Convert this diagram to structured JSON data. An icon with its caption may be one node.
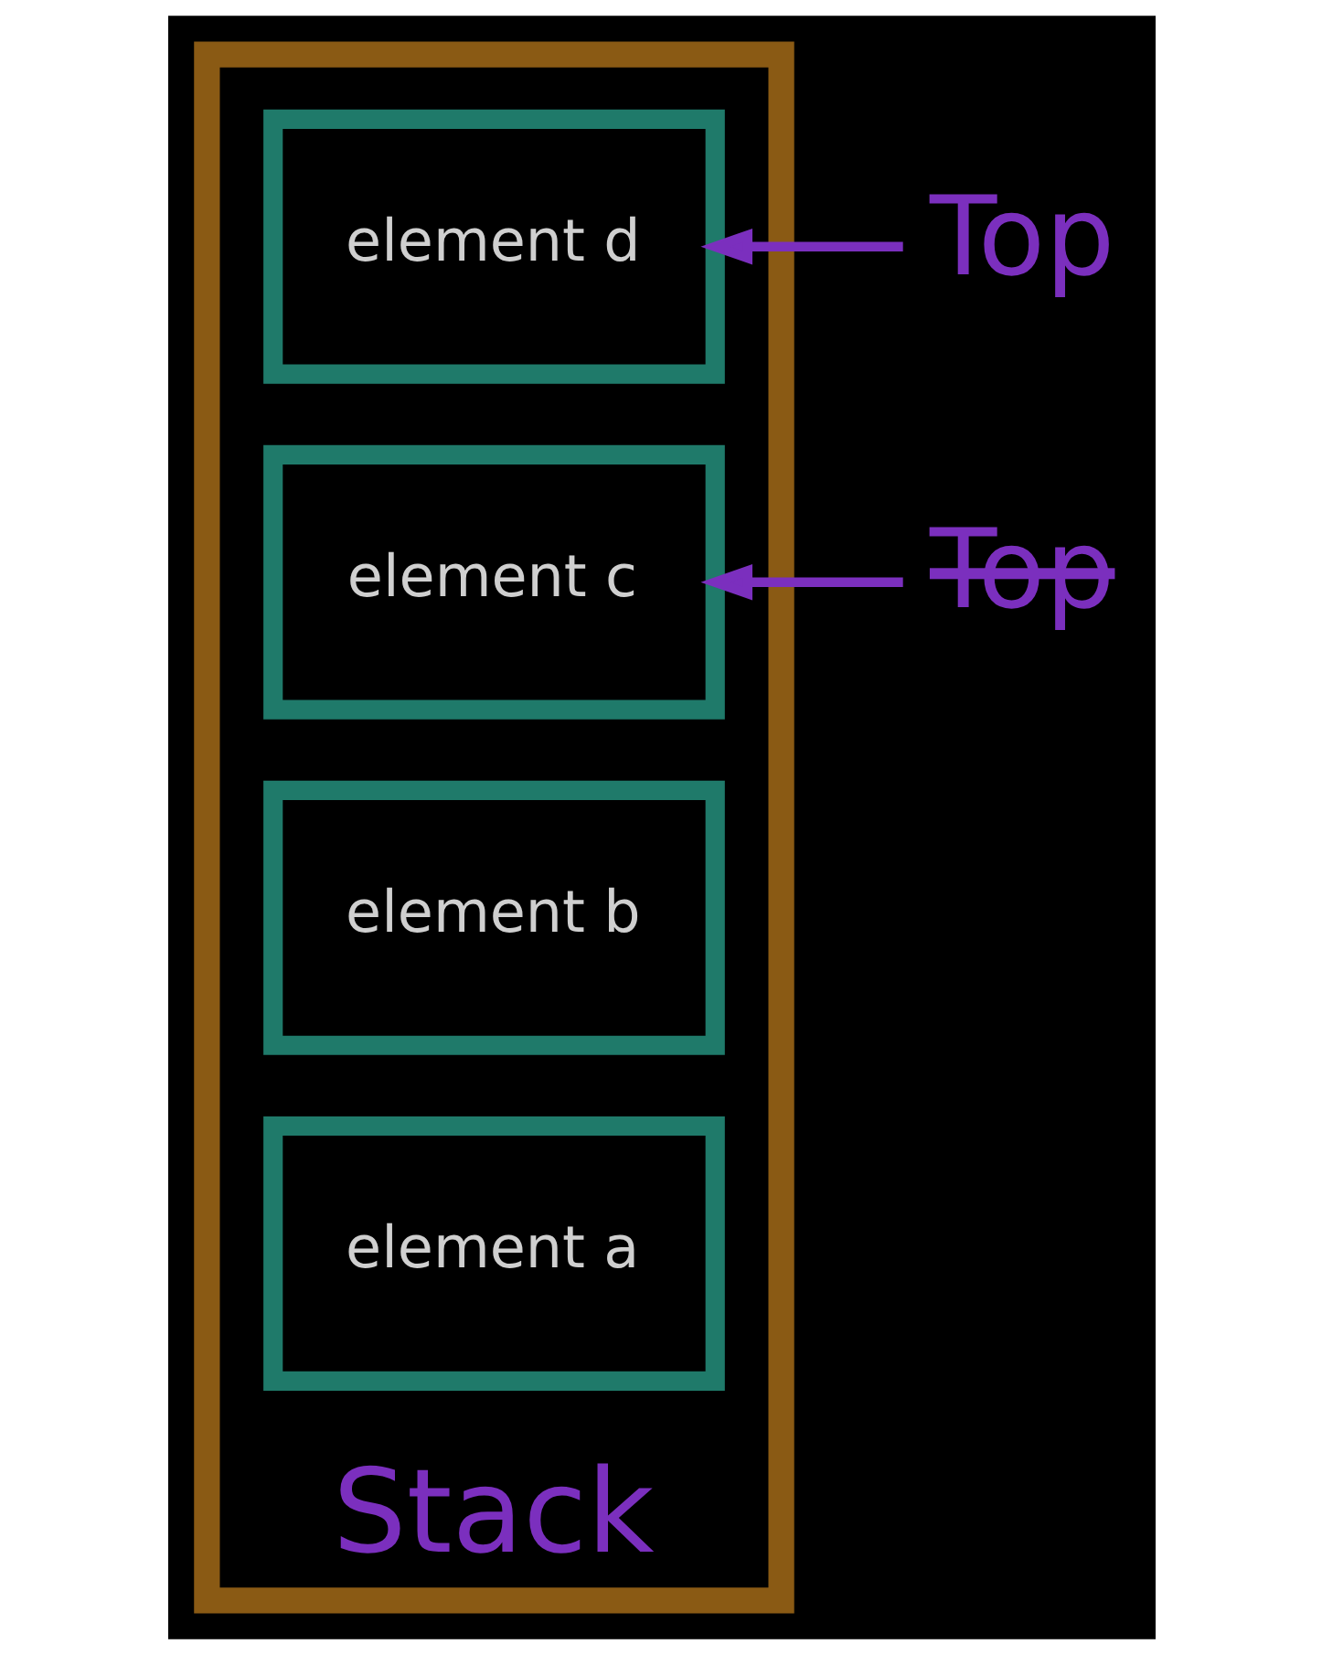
{
  "diagram": {
    "nodes": [
      {
        "text": [
          "Stack"
        ]
      },
      {
        "text": [
          "element d"
        ],
        "in": 0
      },
      {
        "text": [
          "element c"
        ],
        "in": 0
      },
      {
        "text": [
          "element b"
        ],
        "in": 0
      },
      {
        "text": [
          "element a"
        ],
        "in": 0
      },
      {
        "text": [
          "Top"
        ]
      },
      {
        "text": [
          "Top"
        ]
      }
    ],
    "edges": [
      {
        "from": 5,
        "to": 1,
        "arrow": "to"
      },
      {
        "from": 6,
        "to": 2,
        "arrow": "to"
      }
    ]
  }
}
